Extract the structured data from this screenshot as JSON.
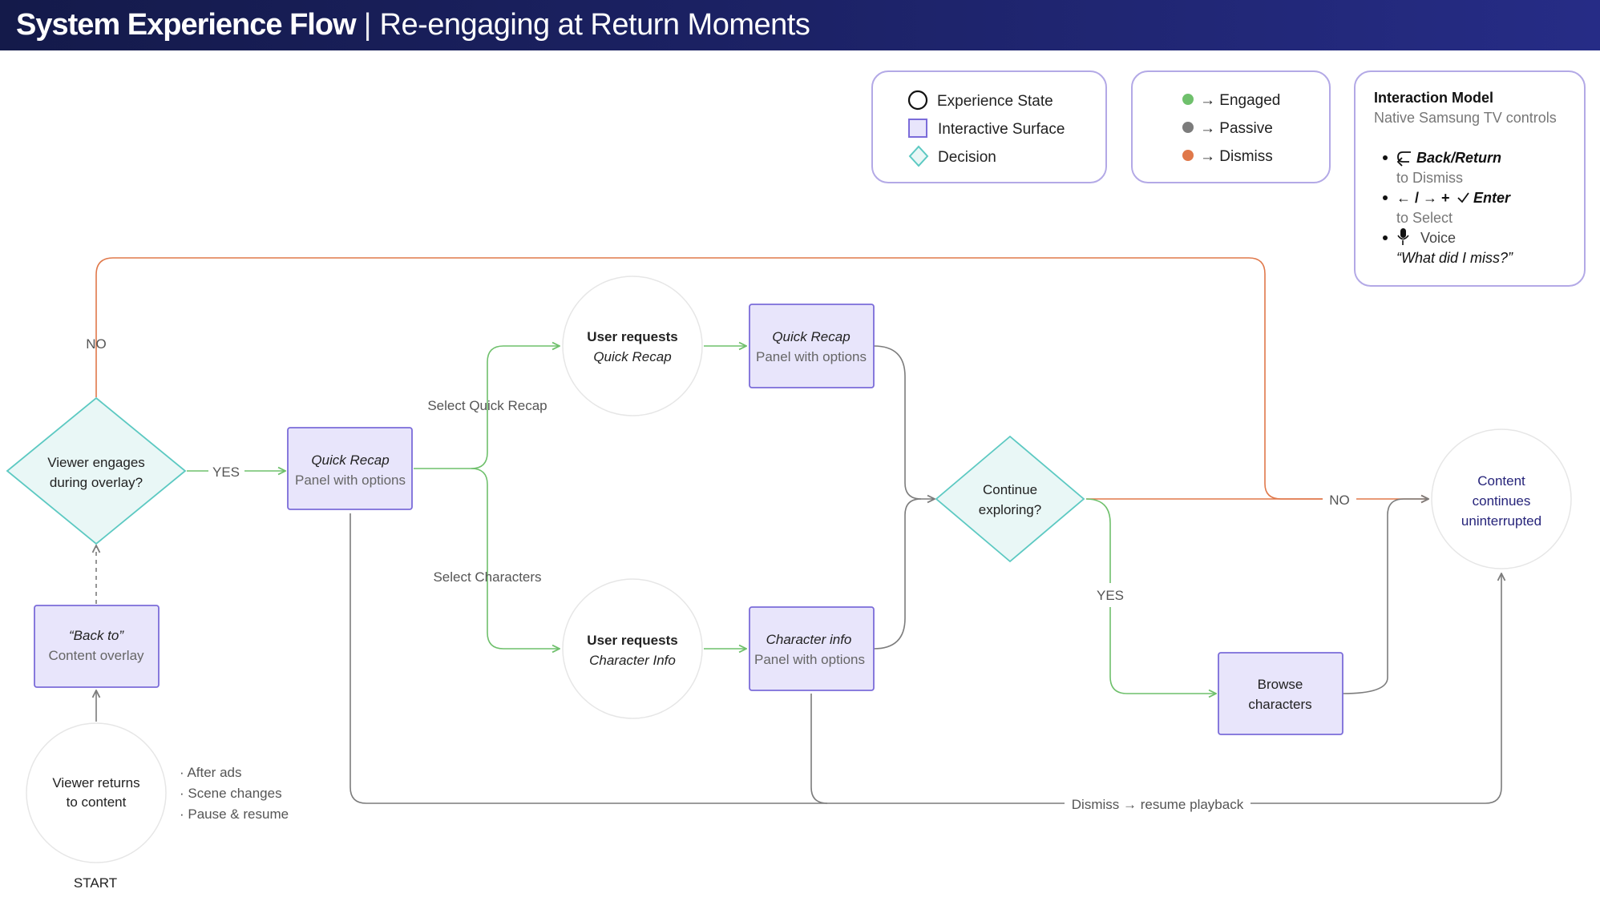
{
  "header": {
    "title": "System Experience Flow",
    "separator": "|",
    "subtitle": "Re-engaging at Return Moments"
  },
  "colors": {
    "header_bg": "#1c2266",
    "engaged": "#6fc06c",
    "passive": "#7c7c7c",
    "dismiss": "#e0784a",
    "surface_fill": "#e8e5fb",
    "surface_stroke": "#7b6cd9",
    "decision_fill": "#e9f7f6",
    "decision_stroke": "#5cc9c2",
    "content_text": "#26247a"
  },
  "legend_shapes": {
    "state": "Experience State",
    "surface": "Interactive Surface",
    "decision": "Decision"
  },
  "legend_colors": {
    "engaged": "→ Engaged",
    "passive": "→ Passive",
    "dismiss": "→ Dismiss"
  },
  "interaction_model": {
    "title": "Interaction Model",
    "subtitle": "Native Samsung TV controls",
    "back_label": "Back/Return",
    "back_desc": "to Dismiss",
    "nav_prefix": "← / → +",
    "enter_label": "Enter",
    "enter_desc": "to Select",
    "voice_label": "Voice",
    "voice_quote": "“What did I miss?”",
    "icons": [
      "return-arrow-icon",
      "left-arrow-icon",
      "right-arrow-icon",
      "check-icon",
      "microphone-icon"
    ]
  },
  "nodes": {
    "start": {
      "line1": "Viewer returns",
      "line2": "to content",
      "caption": "START"
    },
    "triggers": [
      "· After ads",
      "· Scene changes",
      "· Pause & resume"
    ],
    "back_to": {
      "line1": "“Back to”",
      "line2": "Content overlay"
    },
    "engage_decision": {
      "line1": "Viewer engages",
      "line2": "during overlay?"
    },
    "quick_recap_main": {
      "line1": "Quick Recap",
      "line2": "Panel with options"
    },
    "req_recap": {
      "line1": "User requests",
      "line2": "Quick Recap"
    },
    "req_chars": {
      "line1": "User requests",
      "line2": "Character Info"
    },
    "recap_panel": {
      "line1": "Quick Recap",
      "line2": "Panel with options"
    },
    "char_panel": {
      "line1": "Character info",
      "line2": "Panel with options"
    },
    "continue_decision": {
      "line1": "Continue",
      "line2": "exploring?"
    },
    "browse": {
      "line1": "Browse",
      "line2": "characters"
    },
    "content": {
      "line1": "Content",
      "line2": "continues",
      "line3": "uninterrupted"
    }
  },
  "edge_labels": {
    "no_top": "NO",
    "yes_left": "YES",
    "select_recap": "Select Quick Recap",
    "select_chars": "Select Characters",
    "no_right": "NO",
    "yes_right": "YES",
    "dismiss": "Dismiss → resume playback"
  }
}
